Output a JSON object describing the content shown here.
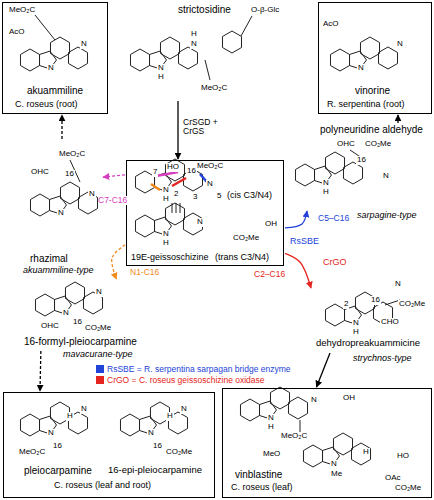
{
  "diagram": {
    "nodes": [
      {
        "text": [
          "akuammiline",
          "C. roseus (root)"
        ]
      },
      {
        "text": [
          "strictosidine"
        ]
      },
      {
        "text": [
          "vinorine",
          "R. serpentina (root)"
        ]
      },
      {
        "text": [
          "(cis C3/N4)",
          "19E-geissoschizine",
          "(trans C3/N4)"
        ]
      },
      {
        "text": [
          "rhazimal"
        ]
      },
      {
        "text": [
          "polyneuridine aldehyde"
        ]
      },
      {
        "text": [
          "dehydropreakuammicine"
        ]
      },
      {
        "text": [
          "16-formyl-pleiocarpamine"
        ]
      },
      {
        "text": [
          "pleiocarpamine",
          "16-epi-pleiocarpamine",
          "C. roseus (leaf and root)"
        ]
      },
      {
        "text": [
          "vinblastine",
          "C. roseus (leaf)"
        ]
      }
    ],
    "edges": [
      {
        "from": 1,
        "to": 3,
        "arrow": "to",
        "label": "CrSGD + CrGS"
      },
      {
        "from": 3,
        "to": 4,
        "arrow": "to",
        "label": "C7-C16"
      },
      {
        "from": 4,
        "to": 0,
        "arrow": "to"
      },
      {
        "from": 3,
        "to": 7,
        "arrow": "to",
        "label": "N1-C16"
      },
      {
        "from": 7,
        "to": 8,
        "arrow": "to"
      },
      {
        "from": 3,
        "to": 5,
        "arrow": "to",
        "label": "C5–C16"
      },
      {
        "from": 3,
        "to": 6,
        "arrow": "to",
        "label": "C2–C16"
      },
      {
        "from": 5,
        "to": 2,
        "arrow": "to"
      },
      {
        "from": 6,
        "to": 9,
        "arrow": "to"
      }
    ],
    "labels": [
      "akuammiline-type",
      "sarpagine-type",
      "mavacurane-type",
      "strychnos-type",
      "RsSBE",
      "CrGO",
      "MeO₂C",
      "AcO",
      "N",
      "N",
      "N",
      "H",
      "N",
      "H",
      "MeO₂C",
      "O-β-Glc",
      "AcO",
      "N",
      "N",
      "HO",
      "MeO₂C",
      "N",
      "H",
      "N",
      "7",
      "2",
      "3",
      "5",
      "16",
      "N",
      "H",
      "N",
      "CO₂Me",
      "OH",
      "MeO₂C",
      "OHC",
      "16",
      "N",
      "N",
      "OHC",
      "CO₂Me",
      "16",
      "N",
      "H",
      "N",
      "N",
      "H",
      "2",
      "16",
      "CHO",
      "CO₂Me",
      "N",
      "N",
      "16",
      "OHC",
      "CO₂Me",
      "N",
      "N",
      "16",
      "MeO₂C",
      "N",
      "H",
      "N",
      "16",
      "CO₂Me",
      "N",
      "H",
      "N",
      "H",
      "N",
      "OH",
      "MeO₂C",
      "MeO",
      "N",
      "Me",
      "OAc",
      "HO",
      "CO₂Me",
      "H"
    ],
    "legend": [
      {
        "text": "RsSBE = R. serpentina sarpagan bridge enzyme",
        "color": "#2343d8"
      },
      {
        "text": "CrGO = C. roseus geissoschizine oxidase",
        "color": "#e52420"
      }
    ]
  }
}
